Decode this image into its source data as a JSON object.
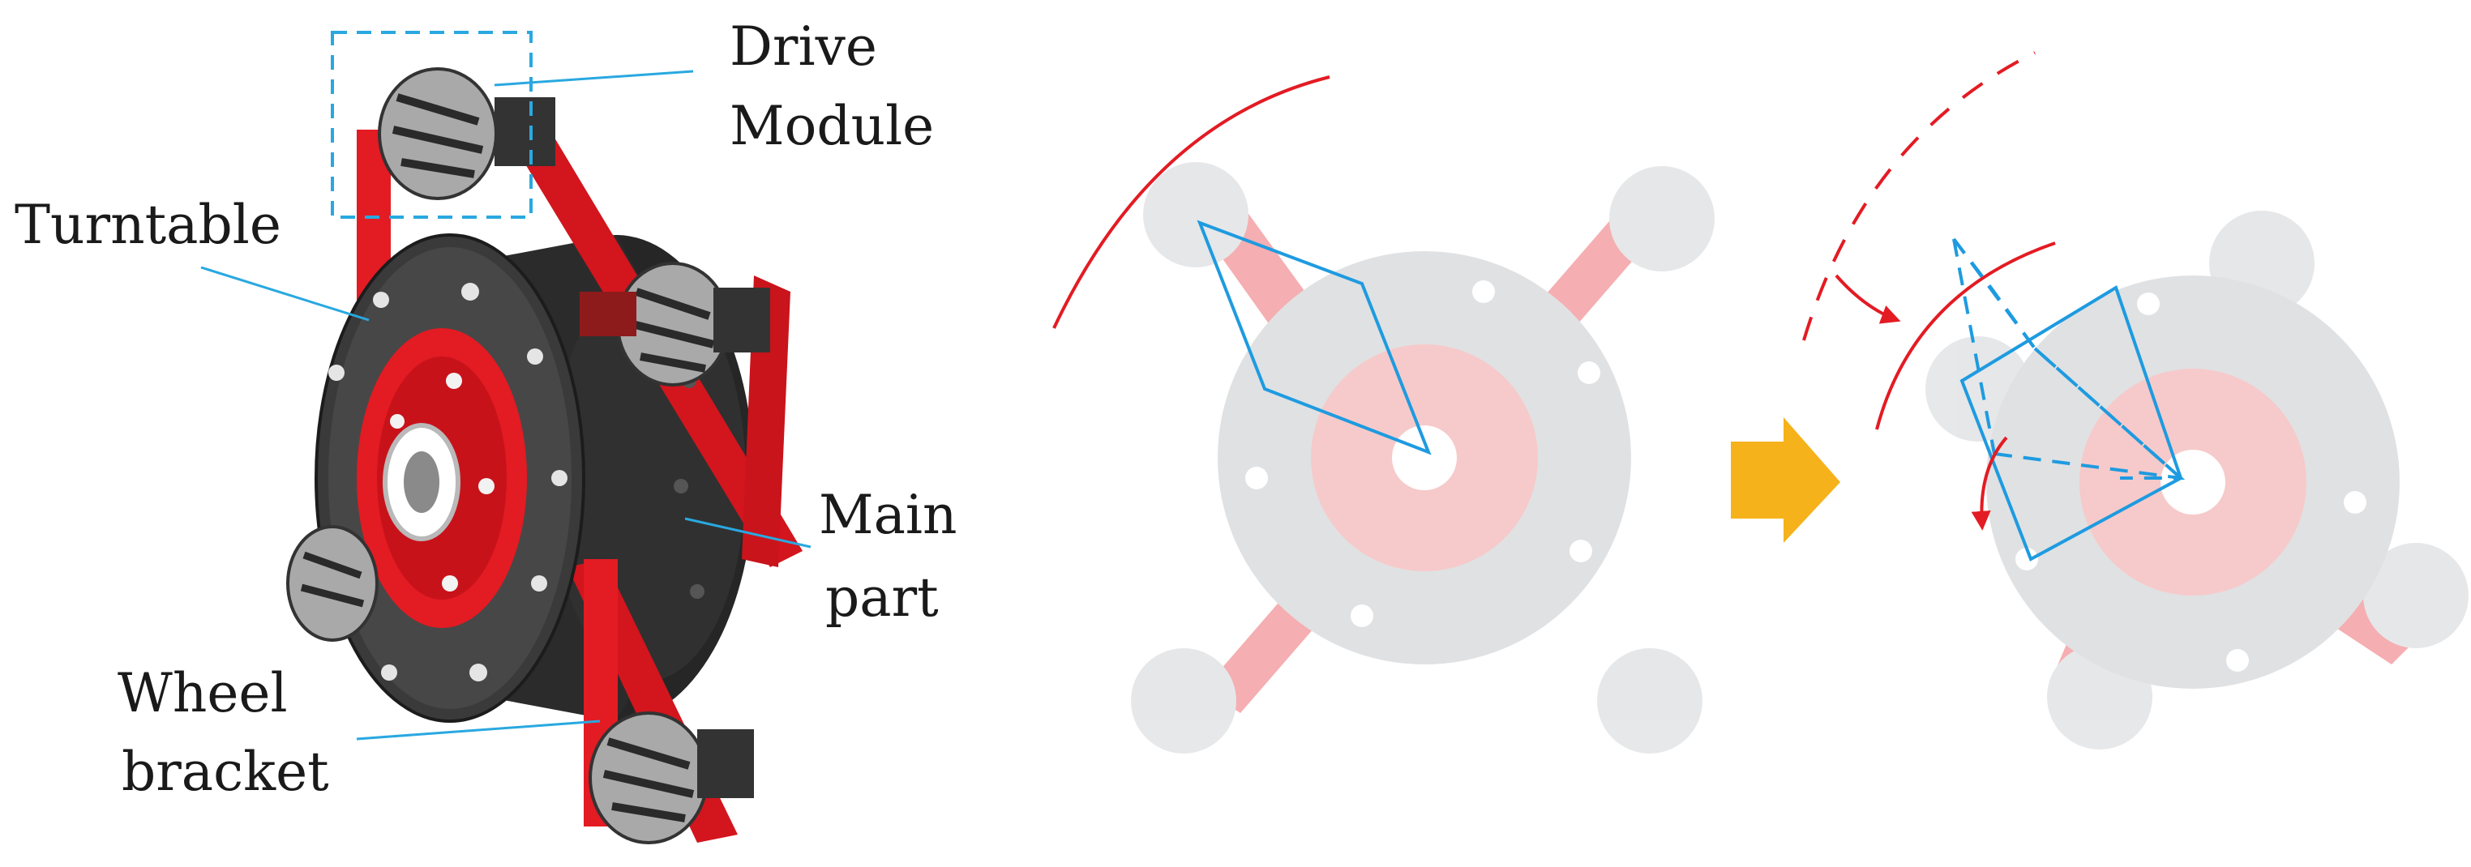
{
  "labels": {
    "drive_module_line1": "Drive",
    "drive_module_line2": "Module",
    "turntable": "Turntable",
    "main_part_line1": "Main",
    "main_part_line2": "part",
    "wheel_bracket_line1": "Wheel",
    "wheel_bracket_line2": "bracket"
  },
  "colors": {
    "frame_red": "#e31b23",
    "disc_dark": "#2e2e2e",
    "guide_blue": "#1e9be0",
    "arrow_orange": "#f6b21b",
    "faded_gray": "#d6d8dc",
    "faded_red": "#f4b3b3"
  }
}
